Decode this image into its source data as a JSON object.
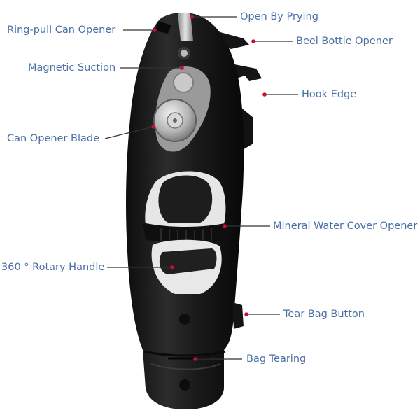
{
  "colors": {
    "label_text": "#4a6fa5",
    "leader_line": "#333333",
    "marker": "#c8102e",
    "body": "#1c1c1c",
    "metal": "#b8b8b8"
  },
  "labels": {
    "open_by_prying": "Open By Prying",
    "ring_pull": "Ring-pull Can Opener",
    "beel_bottle": "Beel Bottle Opener",
    "magnetic": "Magnetic Suction",
    "hook_edge": "Hook Edge",
    "can_blade": "Can Opener Blade",
    "mineral_water": "Mineral Water Cover Opener",
    "rotary_handle": "360 ° Rotary Handle",
    "tear_bag_button": "Tear Bag Button",
    "bag_tearing": "Bag Tearing"
  }
}
